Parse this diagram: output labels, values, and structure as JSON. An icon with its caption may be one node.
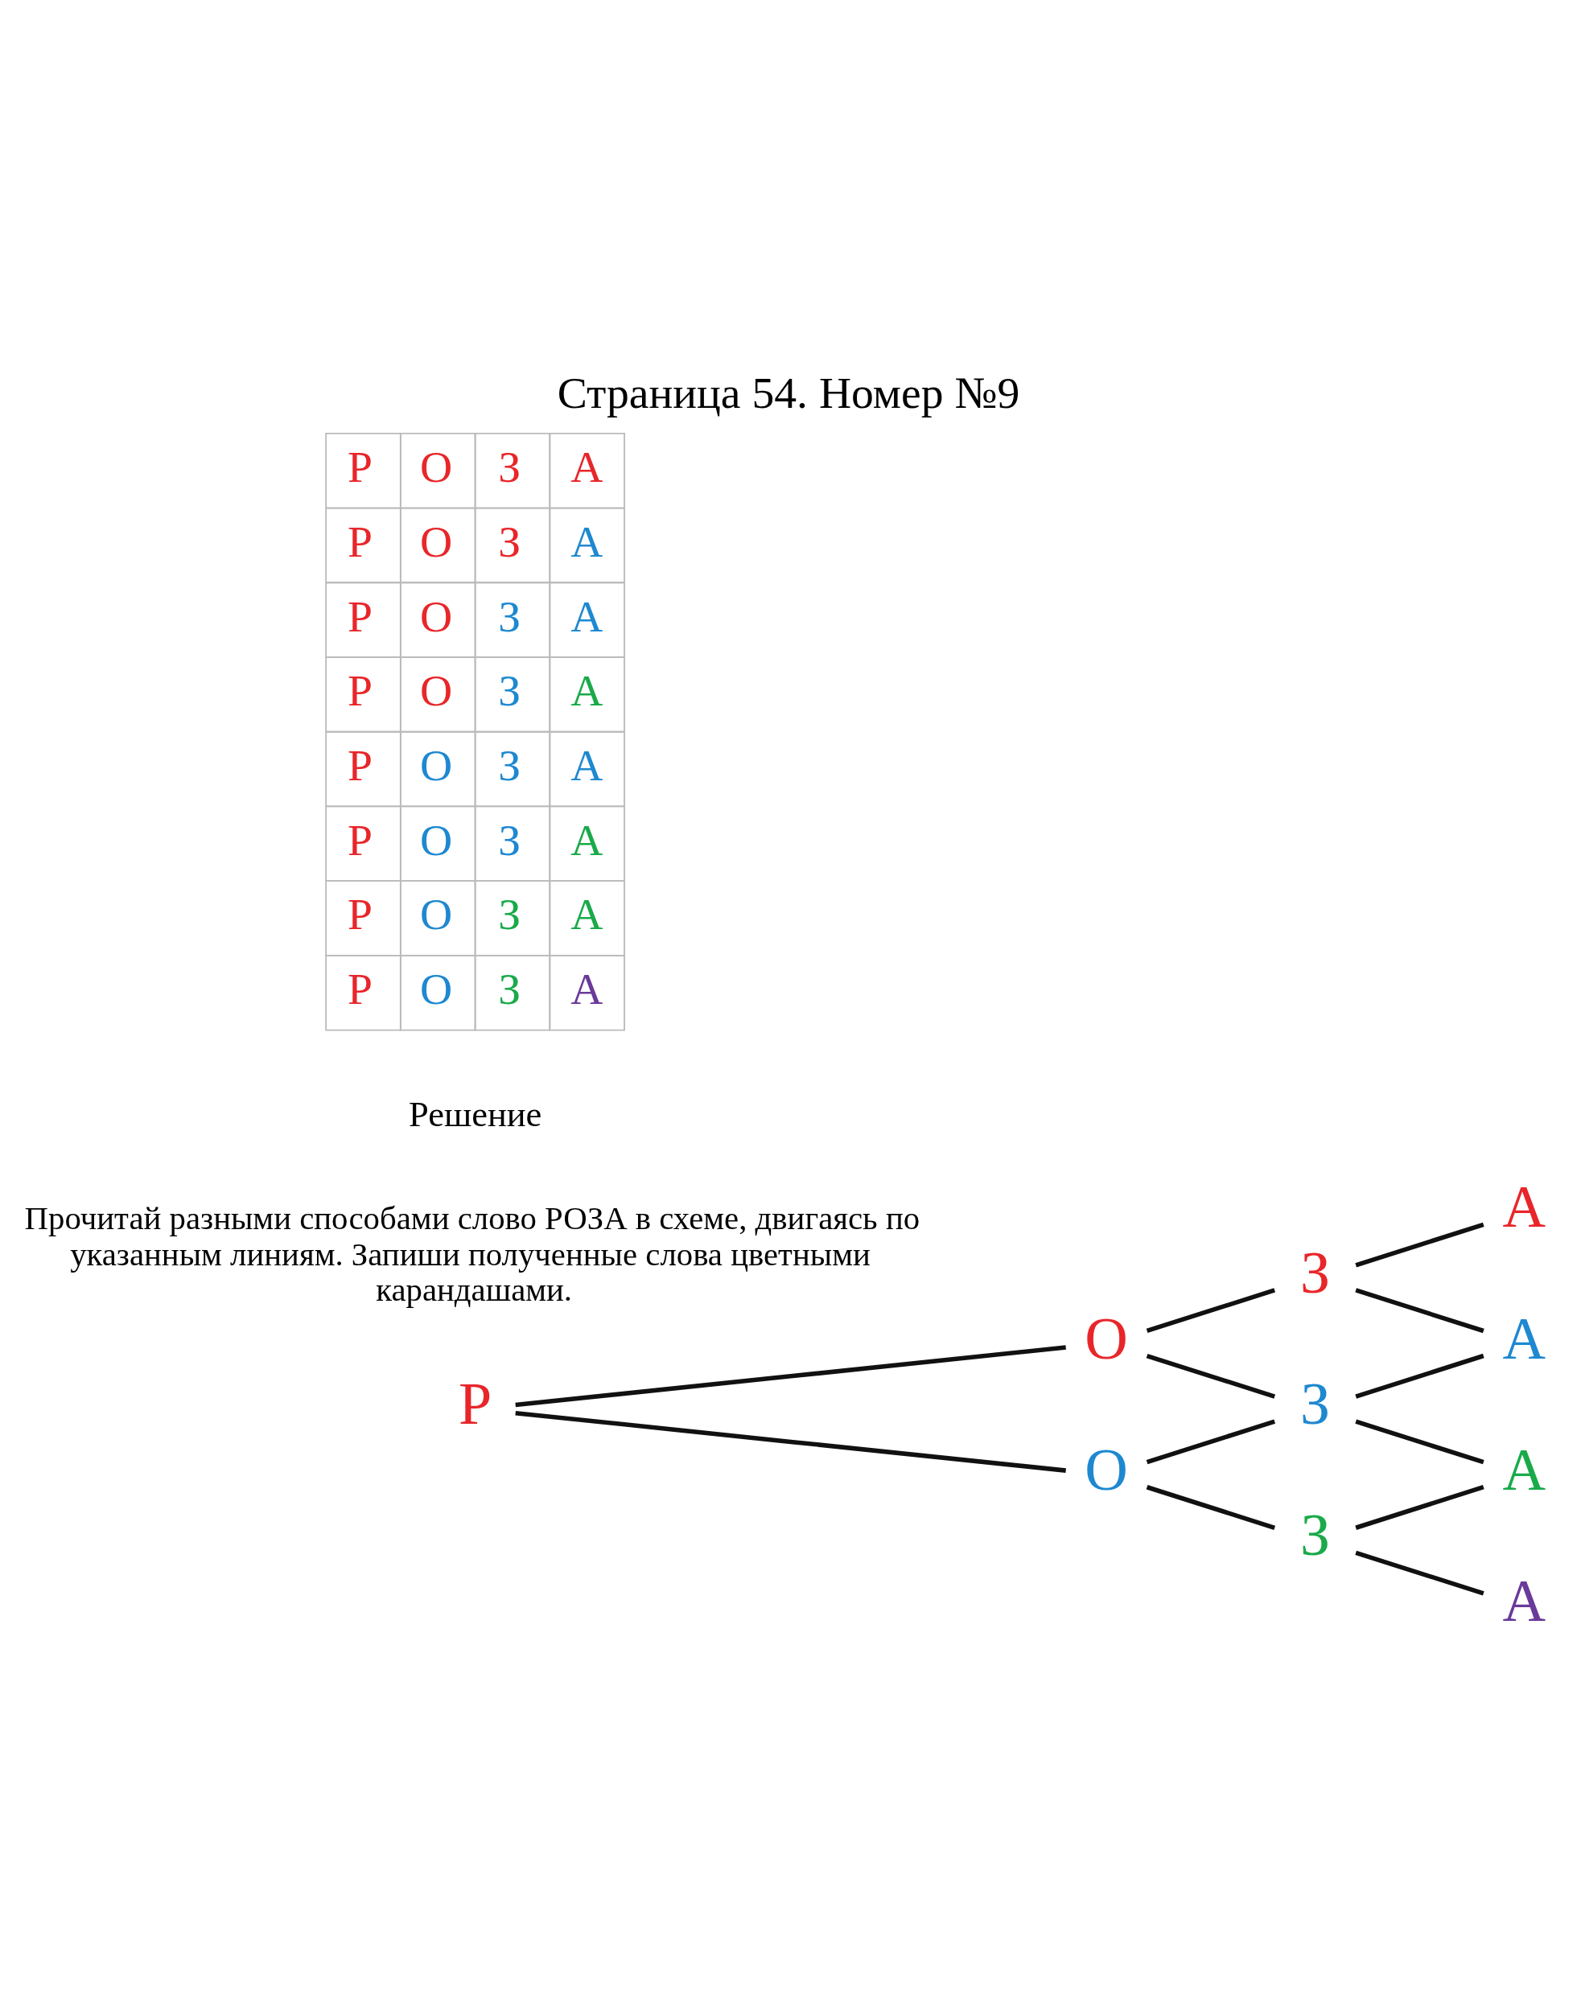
{
  "diagram": {
    "title": "Страница 54. Номер №9",
    "nodes": [
      {
        "text": [
          "Р"
        ]
      },
      {
        "text": [
          "О"
        ]
      },
      {
        "text": [
          "О"
        ]
      },
      {
        "text": [
          "З"
        ]
      },
      {
        "text": [
          "З"
        ]
      },
      {
        "text": [
          "З"
        ]
      },
      {
        "text": [
          "А"
        ]
      },
      {
        "text": [
          "А"
        ]
      },
      {
        "text": [
          "А"
        ]
      },
      {
        "text": [
          "А"
        ]
      }
    ],
    "edges": [
      {
        "from": 0,
        "to": 1,
        "arrow": "none"
      },
      {
        "from": 0,
        "to": 2,
        "arrow": "none"
      },
      {
        "from": 1,
        "to": 3,
        "arrow": "none"
      },
      {
        "from": 1,
        "to": 4,
        "arrow": "none"
      },
      {
        "from": 2,
        "to": 4,
        "arrow": "none"
      },
      {
        "from": 2,
        "to": 5,
        "arrow": "none"
      },
      {
        "from": 3,
        "to": 6,
        "arrow": "none"
      },
      {
        "from": 3,
        "to": 7,
        "arrow": "none"
      },
      {
        "from": 4,
        "to": 7,
        "arrow": "none"
      },
      {
        "from": 4,
        "to": 8,
        "arrow": "none"
      },
      {
        "from": 5,
        "to": 8,
        "arrow": "none"
      },
      {
        "from": 5,
        "to": 9,
        "arrow": "none"
      }
    ],
    "labels": [
      "Прочитай разными способами слово РОЗА в схеме, двигаясь по указанным линиям. Запиши полученные слова цветными карандашами.",
      "Решение",
      "Р",
      "О",
      "З",
      "А",
      "Р",
      "О",
      "З",
      "А",
      "Р",
      "О",
      "З",
      "А",
      "Р",
      "О",
      "З",
      "А",
      "Р",
      "О",
      "З",
      "А",
      "Р",
      "О",
      "З",
      "А",
      "Р",
      "О",
      "З",
      "А",
      "Р",
      "О",
      "З",
      "А"
    ]
  }
}
